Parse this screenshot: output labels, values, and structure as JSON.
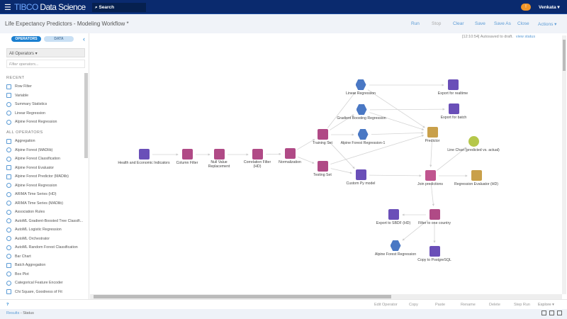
{
  "app": {
    "menu_icon": "hamburger-icon",
    "brand_prefix": "TIBC",
    "brand_o": "O",
    "brand_suffix": " Data Science",
    "search_label": "Search",
    "notif_count": "!",
    "user": "Venkata ▾"
  },
  "workflow": {
    "title": "Life Expectancy Predictors - Modeling Workflow *",
    "actions": [
      "Run",
      "Stop",
      "Clear",
      "Save",
      "Save As",
      "Close",
      "Actions ▾"
    ],
    "autosave": "[12:10:54] Autosaved to draft.",
    "view_status": "view status"
  },
  "sidebar": {
    "tabs": [
      "OPERATORS",
      "DATA"
    ],
    "collapse": "‹",
    "category": "All Operators ▾",
    "filter_placeholder": "Filter operators...",
    "recent_heading": "RECENT",
    "recent": [
      "Row Filter",
      "Variable",
      "Summary Statistics",
      "Linear Regression",
      "Alpine Forest Regression"
    ],
    "all_heading": "ALL OPERATORS",
    "all": [
      "Aggregation",
      "Alpine Forest (MADlib)",
      "Alpine Forest Classification",
      "Alpine Forest Evaluator",
      "Alpine Forest Predictor (MADlib)",
      "Alpine Forest Regression",
      "ARIMA Time Series (HD)",
      "ARIMA Time Series (MADlib)",
      "Association Rules",
      "AutoML Gradient-Boosted Tree Classifi...",
      "AutoML Logistic Regression",
      "AutoML Orchestrator",
      "AutoML Random Forest Classification",
      "Bar Chart",
      "Batch Aggregation",
      "Box Plot",
      "Categorical Feature Encoder",
      "Chi Square, Goodness of Fit"
    ]
  },
  "nodes": [
    {
      "id": "src",
      "label": "Health and Economic Indicators",
      "color": "#6a4fb8"
    },
    {
      "id": "colf",
      "label": "Column Filter",
      "color": "#b04a86"
    },
    {
      "id": "nvr",
      "label": "Null Value Replacement",
      "color": "#b04a86"
    },
    {
      "id": "corr",
      "label": "Correlation Filter (HD)",
      "color": "#b04a86"
    },
    {
      "id": "norm",
      "label": "Normalization",
      "color": "#b04a86"
    },
    {
      "id": "train",
      "label": "Training Set",
      "color": "#b04a86"
    },
    {
      "id": "test",
      "label": "Testing Set",
      "color": "#b04a86"
    },
    {
      "id": "lr",
      "label": "Linear Regression",
      "color": "#4a78c4"
    },
    {
      "id": "gbr",
      "label": "Gradient Boosting Regression",
      "color": "#4a78c4"
    },
    {
      "id": "afr1",
      "label": "Alpine Forest Regression-1",
      "color": "#4a78c4"
    },
    {
      "id": "py",
      "label": "Custom Py model",
      "color": "#6a4fb8"
    },
    {
      "id": "pred",
      "label": "Predictor",
      "color": "#c9a04a"
    },
    {
      "id": "exrt",
      "label": "Export for realtime",
      "color": "#6a4fb8"
    },
    {
      "id": "exb",
      "label": "Export for batch",
      "color": "#6a4fb8"
    },
    {
      "id": "lc",
      "label": "Line Chart (predicted vs. actual)",
      "color": "#b5c74a"
    },
    {
      "id": "join",
      "label": "Join predictions",
      "color": "#c0558f"
    },
    {
      "id": "reval",
      "label": "Regression Evaluator (HD)",
      "color": "#c9a04a"
    },
    {
      "id": "f1",
      "label": "Filter to one country",
      "color": "#b04a86"
    },
    {
      "id": "sbdf",
      "label": "Export to SBDF (HD)",
      "color": "#6a4fb8"
    },
    {
      "id": "afr",
      "label": "Alpine Forest Regression",
      "color": "#4a78c4"
    },
    {
      "id": "pg",
      "label": "Copy to PostgreSQL",
      "color": "#6a4fb8"
    }
  ],
  "edges": [
    [
      "src",
      "colf"
    ],
    [
      "colf",
      "nvr"
    ],
    [
      "nvr",
      "corr"
    ],
    [
      "corr",
      "norm"
    ],
    [
      "norm",
      "train"
    ],
    [
      "norm",
      "test"
    ],
    [
      "train",
      "lr"
    ],
    [
      "train",
      "gbr"
    ],
    [
      "train",
      "afr1"
    ],
    [
      "train",
      "py"
    ],
    [
      "test",
      "py"
    ],
    [
      "test",
      "pred"
    ],
    [
      "lr",
      "exrt"
    ],
    [
      "lr",
      "pred"
    ],
    [
      "gbr",
      "exb"
    ],
    [
      "gbr",
      "pred"
    ],
    [
      "afr1",
      "pred"
    ],
    [
      "py",
      "join"
    ],
    [
      "pred",
      "join"
    ],
    [
      "join",
      "lc"
    ],
    [
      "join",
      "reval"
    ],
    [
      "join",
      "f1"
    ],
    [
      "f1",
      "sbdf"
    ],
    [
      "f1",
      "afr"
    ],
    [
      "f1",
      "pg"
    ]
  ],
  "context_actions": [
    "Edit Operator",
    "Copy",
    "Paste",
    "Rename",
    "Delete",
    "Step Run",
    "Explore ▾"
  ],
  "help_icon": "?",
  "status": {
    "results": "Results",
    "sep": " - ",
    "status": "Status"
  }
}
